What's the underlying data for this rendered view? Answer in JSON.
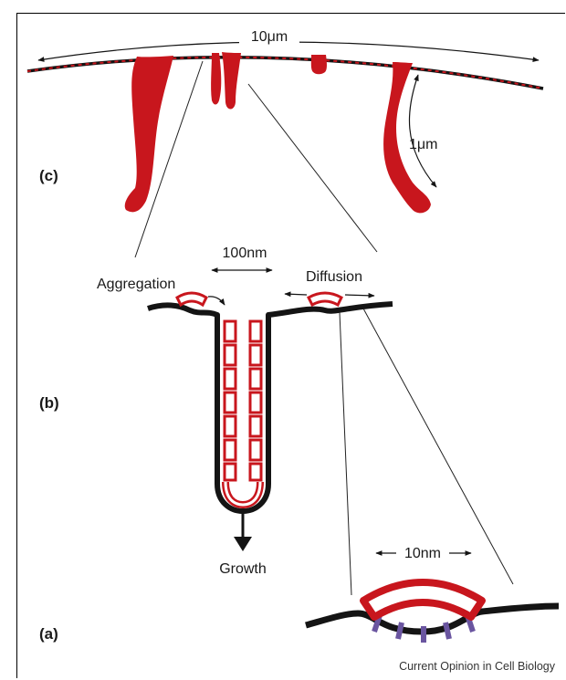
{
  "figure": {
    "panel_c": {
      "label": "(c)",
      "width_label": "10μm",
      "length_label": "1μm"
    },
    "panel_b": {
      "label": "(b)",
      "neck_label": "100nm",
      "left_label": "Aggregation",
      "right_label": "Diffusion",
      "arrow_label": "Growth"
    },
    "panel_a": {
      "label": "(a)",
      "size_label": "10nm"
    },
    "credit": "Current Opinion in Cell Biology",
    "colors": {
      "protein_red": "#c8161d",
      "membrane_black": "#141414",
      "anchor_purple": "#6a55a0",
      "line_gray": "#222222"
    }
  }
}
